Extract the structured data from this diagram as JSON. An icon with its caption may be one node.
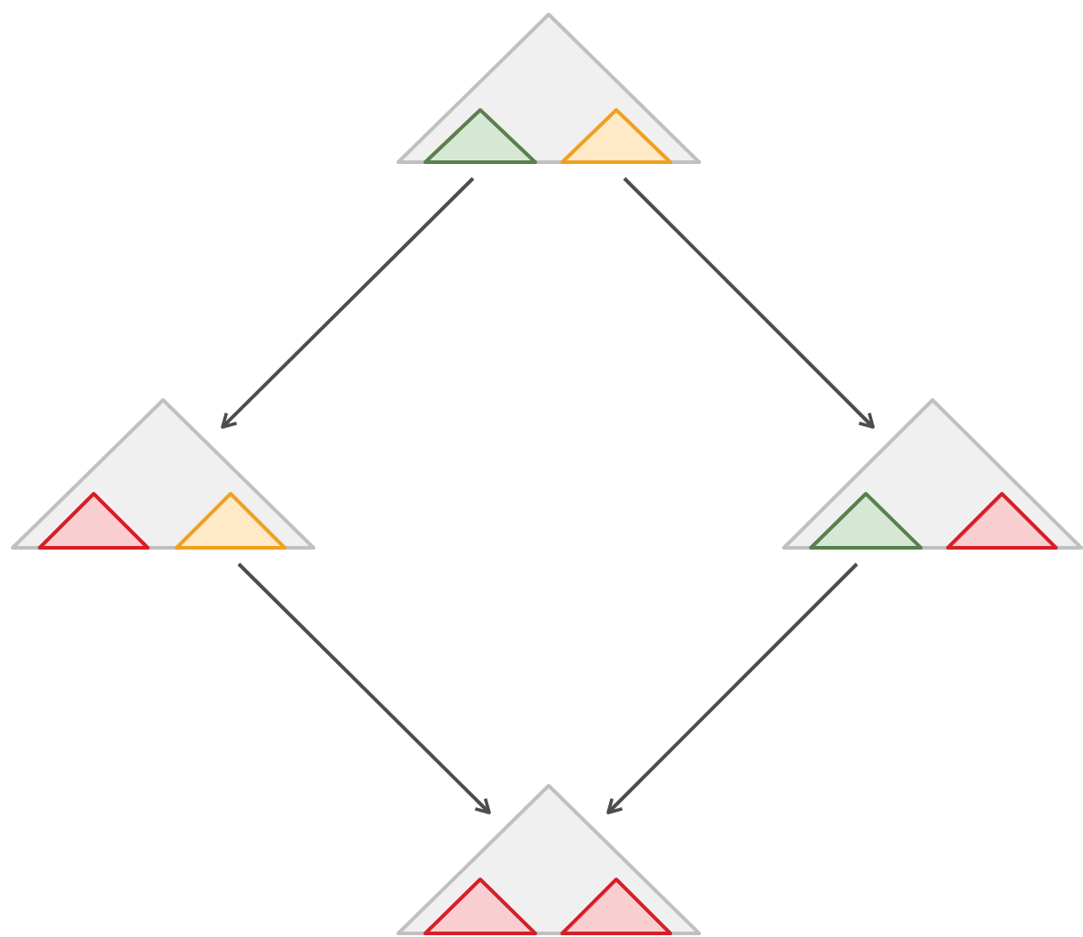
{
  "diagram": {
    "nodes": [
      {
        "text": [],
        "shape": "triangle"
      },
      {
        "text": [],
        "shape": "triangle",
        "in": 0
      },
      {
        "text": [],
        "shape": "triangle",
        "in": 0
      },
      {
        "text": [],
        "shape": "triangle"
      },
      {
        "text": [],
        "shape": "triangle",
        "in": 3
      },
      {
        "text": [],
        "shape": "triangle",
        "in": 3
      },
      {
        "text": [],
        "shape": "triangle"
      },
      {
        "text": [],
        "shape": "triangle",
        "in": 6
      },
      {
        "text": [],
        "shape": "triangle",
        "in": 6
      },
      {
        "text": [],
        "shape": "triangle"
      },
      {
        "text": [],
        "shape": "triangle",
        "in": 9
      },
      {
        "text": [],
        "shape": "triangle",
        "in": 9
      }
    ],
    "edges": [
      {
        "from": 0,
        "to": 3,
        "arrow": "to"
      },
      {
        "from": 0,
        "to": 6,
        "arrow": "to"
      },
      {
        "from": 3,
        "to": 9,
        "arrow": "to"
      },
      {
        "from": 6,
        "to": 9,
        "arrow": "to"
      }
    ]
  }
}
